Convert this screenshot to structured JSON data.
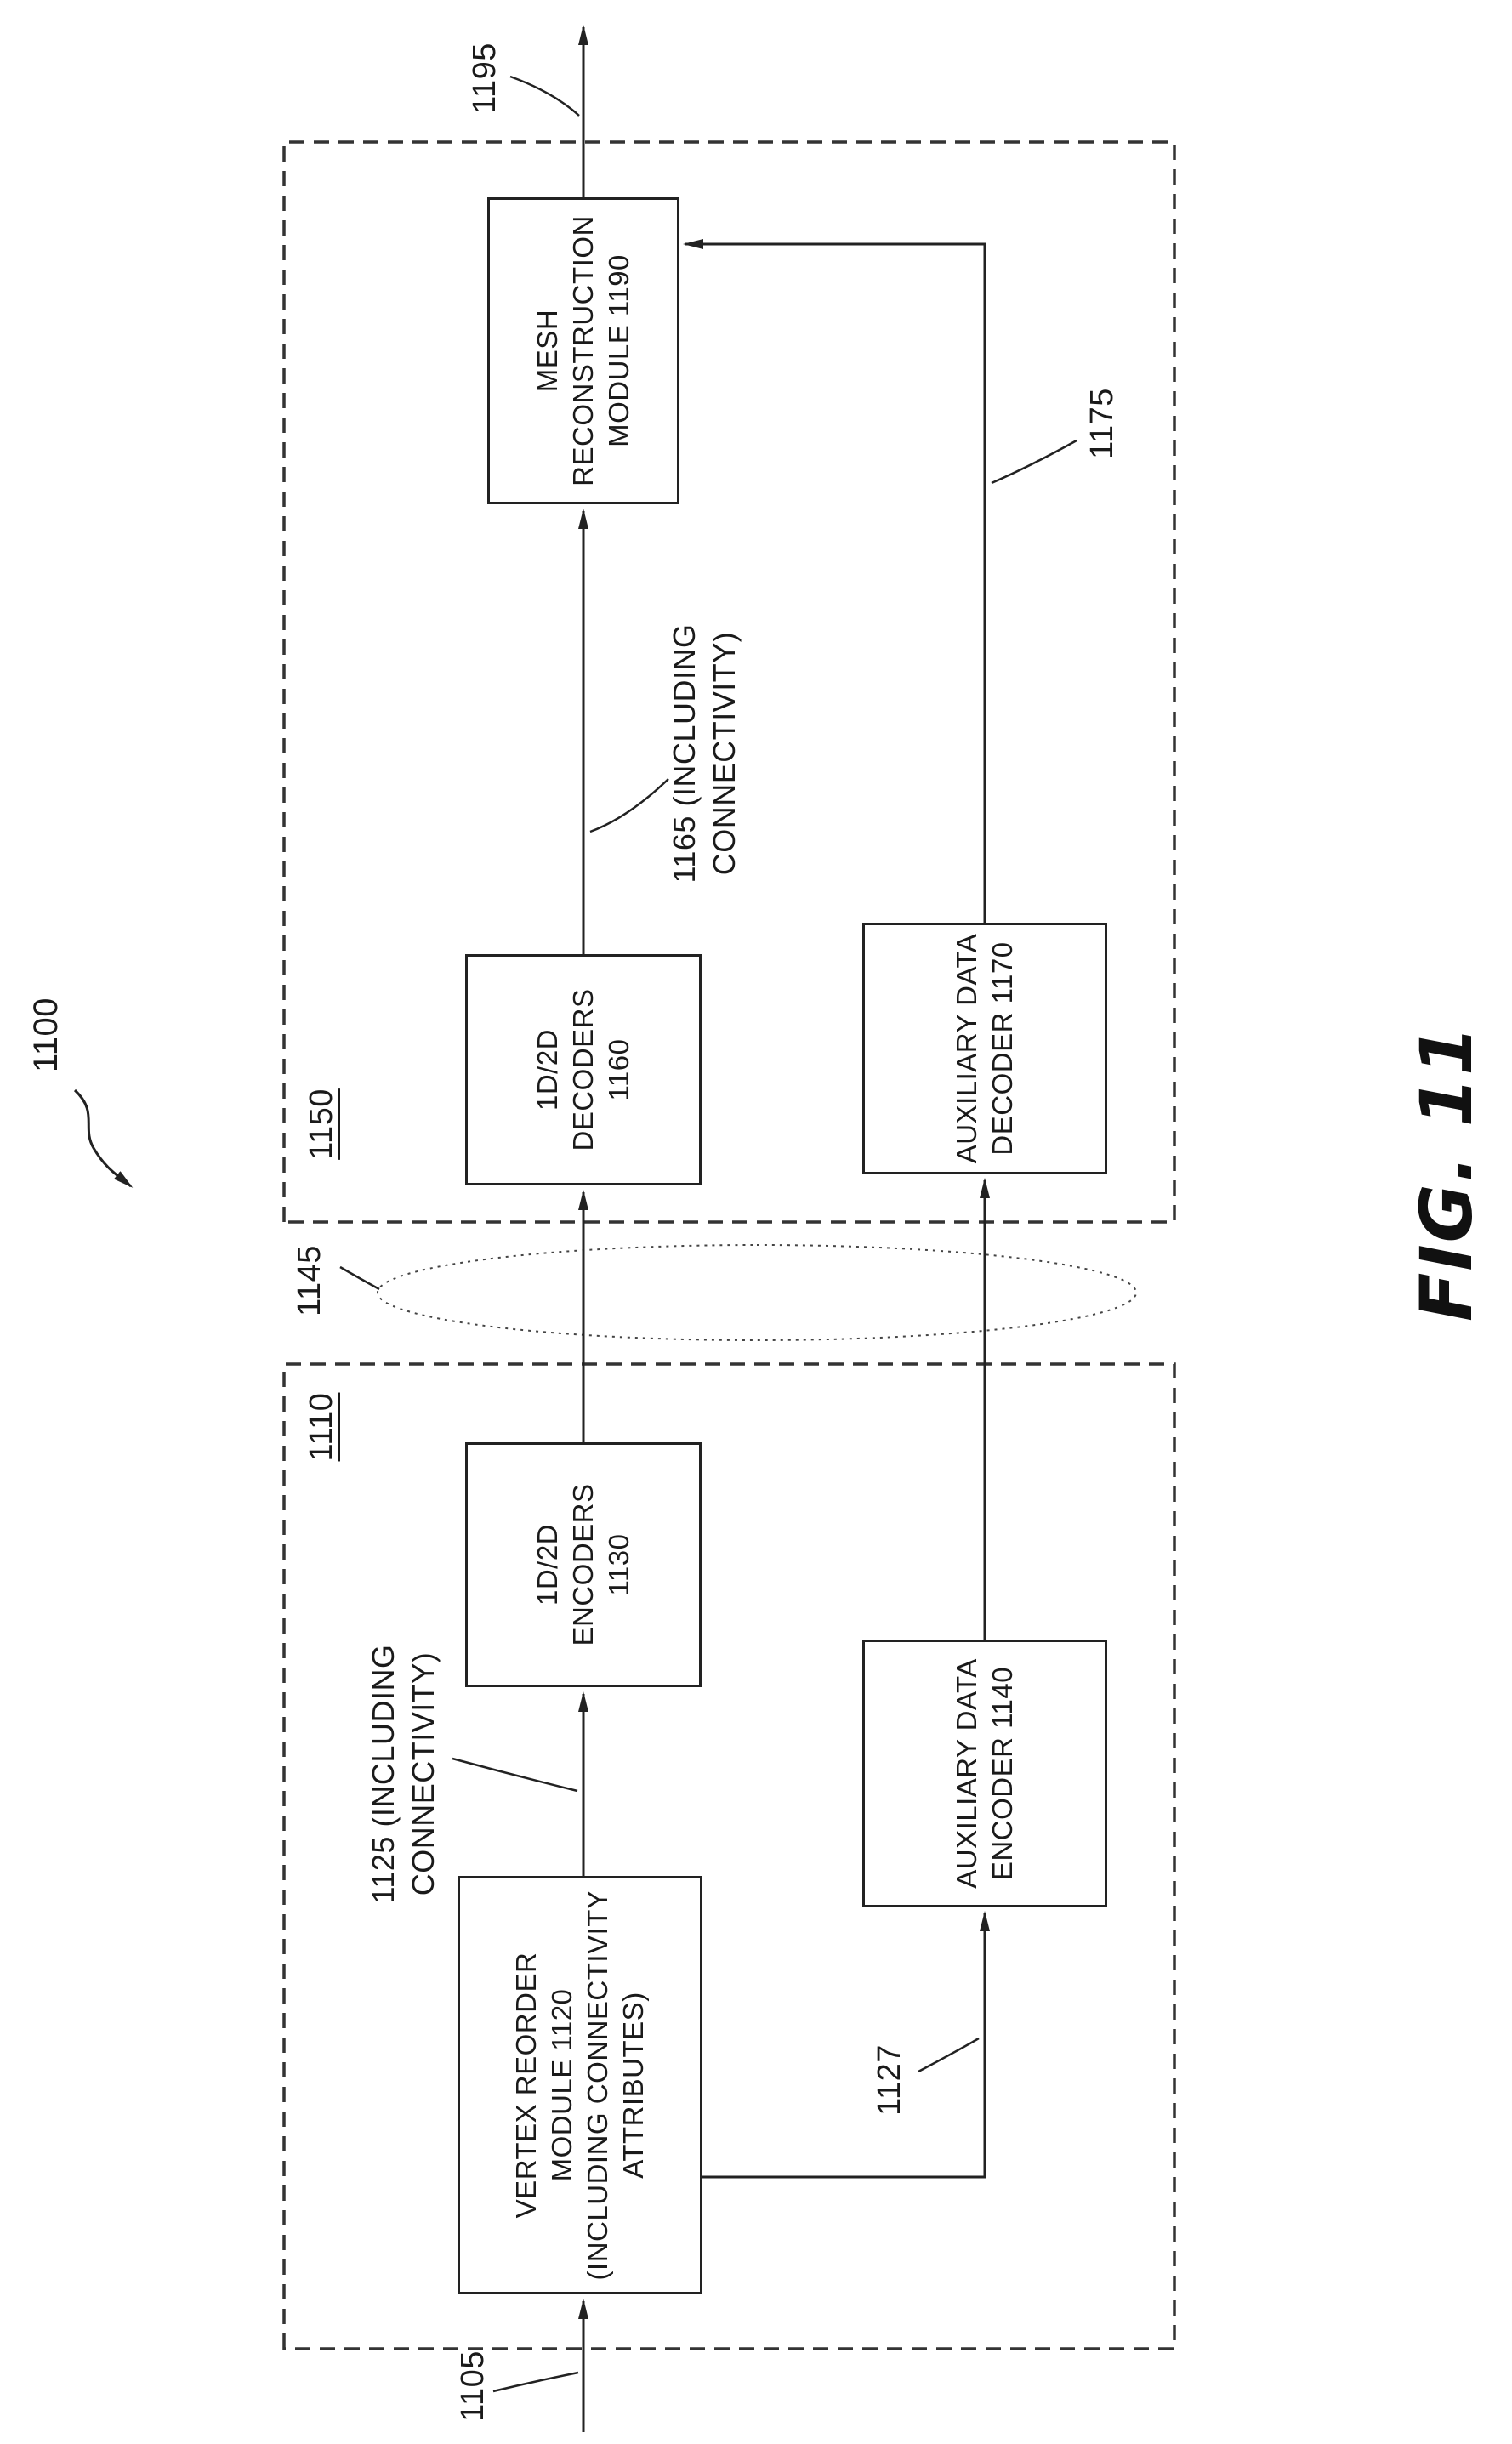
{
  "figure": {
    "title": "FIG. 11",
    "system_ref": "1100"
  },
  "encoder_section": {
    "ref": "1110",
    "blocks": {
      "vertex_reorder": "VERTEX REORDER\nMODULE 1120\n(INCLUDING CONNECTIVITY\nATTRIBUTES)",
      "encoders_1d2d": "1D/2D\nENCODERS\n1130",
      "aux_encoder": "AUXILIARY DATA\nENCODER 1140"
    }
  },
  "decoder_section": {
    "ref": "1150",
    "blocks": {
      "decoders_1d2d": "1D/2D\nDECODERS\n1160",
      "aux_decoder": "AUXILIARY DATA\nDECODER 1170",
      "mesh_reconstruction": "MESH\nRECONSTRUCTION\nMODULE 1190"
    }
  },
  "refs": {
    "input": "1105",
    "reordered_stream": "1125 (INCLUDING\nCONNECTIVITY)",
    "aux_path": "1127",
    "channel": "1145",
    "decoded_stream": "1165 (INCLUDING\nCONNECTIVITY)",
    "aux_decoded": "1175",
    "output": "1195"
  }
}
